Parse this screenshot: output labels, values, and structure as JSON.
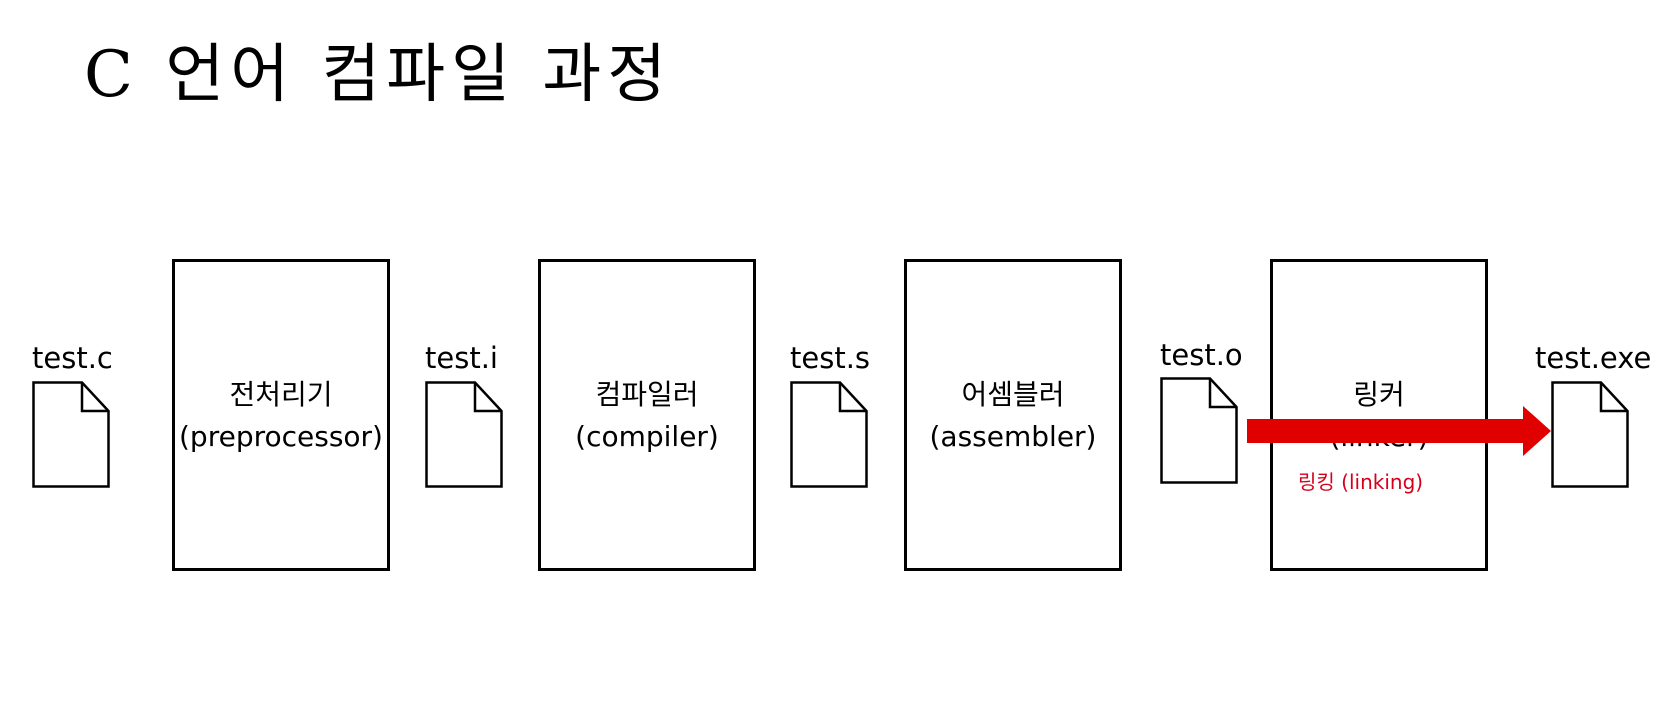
{
  "title": "C 언어 컴파일 과정",
  "files": [
    {
      "label": "test.c",
      "icon": "file-icon"
    },
    {
      "label": "test.i",
      "icon": "file-icon"
    },
    {
      "label": "test.s",
      "icon": "file-icon"
    },
    {
      "label": "test.o",
      "icon": "file-icon"
    },
    {
      "label": "test.exe",
      "icon": "file-icon"
    }
  ],
  "stages": [
    {
      "name": "전처리기",
      "english": "(preprocessor)"
    },
    {
      "name": "컴파일러",
      "english": "(compiler)"
    },
    {
      "name": "어셈블러",
      "english": "(assembler)"
    },
    {
      "name": "링커",
      "english": "(linker)"
    }
  ],
  "linking": {
    "label": "링킹 (linking)",
    "arrow_color": "#e00000",
    "label_color": "#d6001c"
  }
}
